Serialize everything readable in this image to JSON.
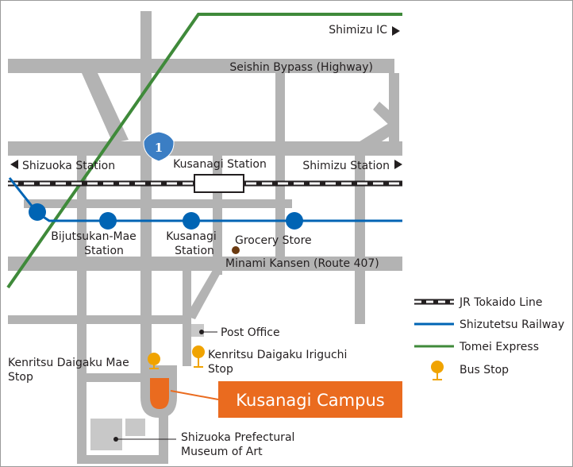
{
  "labels": {
    "shimizu_ic": "Shimizu IC",
    "seishin_bypass": "Seishin Bypass (Highway)",
    "shizuoka_station": "Shizuoka Station",
    "kusanagi_jr_station": "Kusanagi Station",
    "shimizu_station": "Shimizu Station",
    "route_shield": "1",
    "bijutsukan_line1": "Bijutsukan-Mae",
    "bijutsukan_line2": "Station",
    "kusanagi_line1": "Kusanagi",
    "kusanagi_line2": "Station",
    "grocery_store": "Grocery Store",
    "minami_kansen": "Minami Kansen (Route 407)",
    "post_office": "Post Office",
    "iriguchi_line1": "Kenritsu Daigaku Iriguchi",
    "iriguchi_line2": "Stop",
    "mae_line1": "Kenritsu Daigaku Mae",
    "mae_line2": "Stop",
    "campus": "Kusanagi Campus",
    "museum_line1": "Shizuoka Prefectural",
    "museum_line2": "Museum of Art"
  },
  "legend": [
    {
      "label": "JR Tokaido Line",
      "icon": "jr-line-icon"
    },
    {
      "label": "Shizutetsu Railway",
      "icon": "shizutetsu-line-icon"
    },
    {
      "label": "Tomei Express",
      "icon": "tomei-line-icon"
    },
    {
      "label": "Bus Stop",
      "icon": "bus-stop-icon"
    }
  ],
  "colors": {
    "road": "#b3b3b3",
    "jr_line": "#231f20",
    "shizutetsu": "#0064b4",
    "tomei": "#3f8a3a",
    "bus_stop": "#f0a300",
    "campus": "#ea6b1f",
    "route_shield": "#3b7ec4",
    "marker_dot": "#6b3a10",
    "building": "#c8c8c8"
  }
}
